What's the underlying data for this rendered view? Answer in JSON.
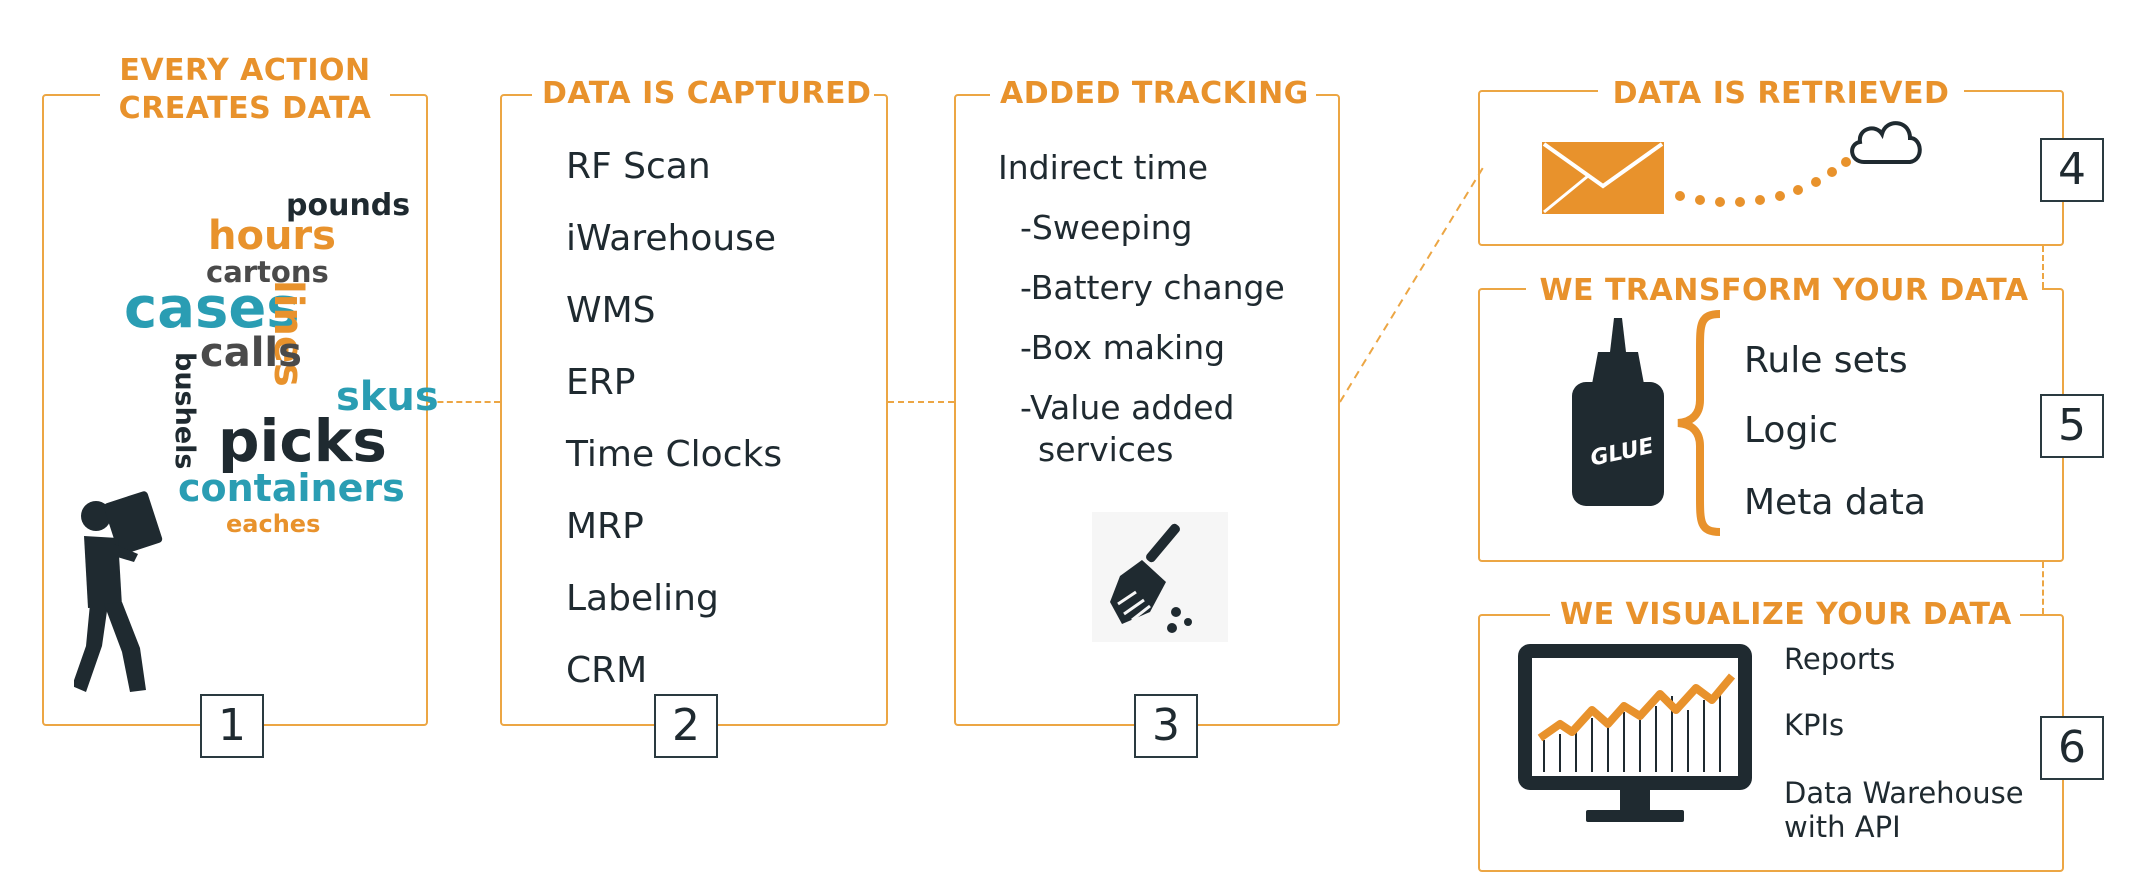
{
  "colors": {
    "orange": "#e8922c",
    "teal": "#2a9db3",
    "dark": "#1f2a30",
    "border": "#eca644",
    "gray": "#4a4a4a"
  },
  "panel1": {
    "title_line1": "EVERY ACTION",
    "title_line2": "CREATES DATA",
    "number": "1",
    "words": {
      "pounds": "pounds",
      "hours": "hours",
      "cartons": "cartons",
      "cases": "cases",
      "lines": "lines",
      "calls": "calls",
      "skus": "skus",
      "bushels": "bushels",
      "picks": "picks",
      "containers": "containers",
      "eaches": "eaches"
    },
    "icon": "worker-carrying-box-icon"
  },
  "panel2": {
    "title": "DATA IS CAPTURED",
    "number": "2",
    "items": [
      "RF Scan",
      "iWarehouse",
      "WMS",
      "ERP",
      "Time Clocks",
      "MRP",
      "Labeling",
      "CRM"
    ]
  },
  "panel3": {
    "title": "ADDED TRACKING",
    "number": "3",
    "heading": "Indirect time",
    "items": [
      "-Sweeping",
      "-Battery change",
      "-Box making",
      "-Value added",
      "services"
    ],
    "icon": "broom-icon"
  },
  "panel4": {
    "title": "DATA IS RETRIEVED",
    "number": "4",
    "icons": [
      "envelope-icon",
      "cloud-icon"
    ]
  },
  "panel5": {
    "title": "WE TRANSFORM YOUR DATA",
    "number": "5",
    "glue_label": "GLUE",
    "items": [
      "Rule sets",
      "Logic",
      "Meta data"
    ]
  },
  "panel6": {
    "title": "WE VISUALIZE YOUR DATA",
    "number": "6",
    "items": [
      "Reports",
      "KPIs",
      "Data Warehouse",
      "with API"
    ],
    "icon": "monitor-chart-icon"
  }
}
